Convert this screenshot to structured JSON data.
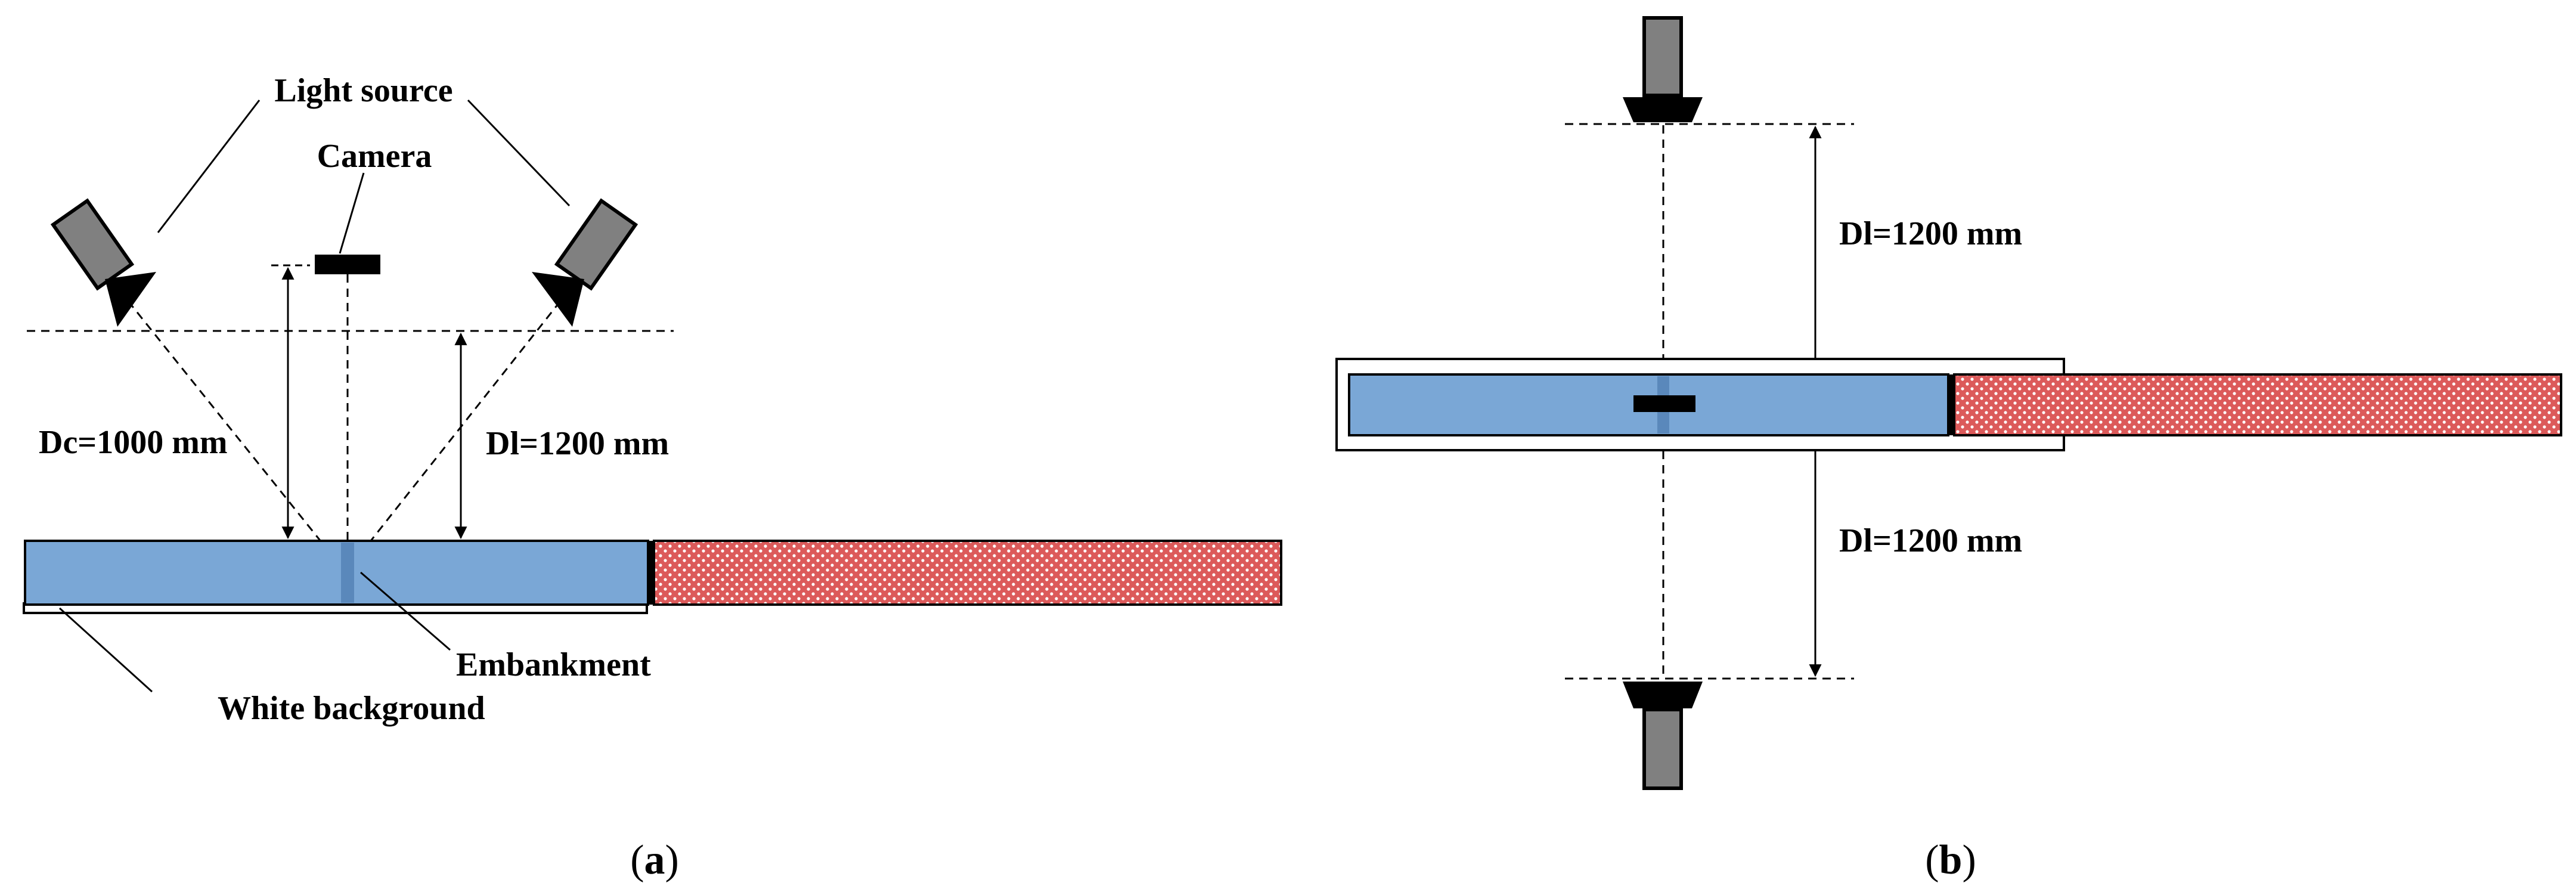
{
  "panel_a": {
    "light_source_label": "Light source",
    "camera_label": "Camera",
    "dc_label": "Dc=1000 mm",
    "dl_label": "Dl=1200 mm",
    "embankment_label": "Embankment",
    "white_background_label": "White background",
    "caption_open": "(",
    "caption_letter": "a",
    "caption_close": ")"
  },
  "panel_b": {
    "dl_top_label": "Dl=1200 mm",
    "dl_bottom_label": "Dl=1200 mm",
    "caption_open": "(",
    "caption_letter": "b",
    "caption_close": ")"
  },
  "colors": {
    "embankment_fill": "#7aa7d6",
    "soil_fill": "#e07070",
    "lamp_body": "#808080",
    "line": "#000000"
  }
}
